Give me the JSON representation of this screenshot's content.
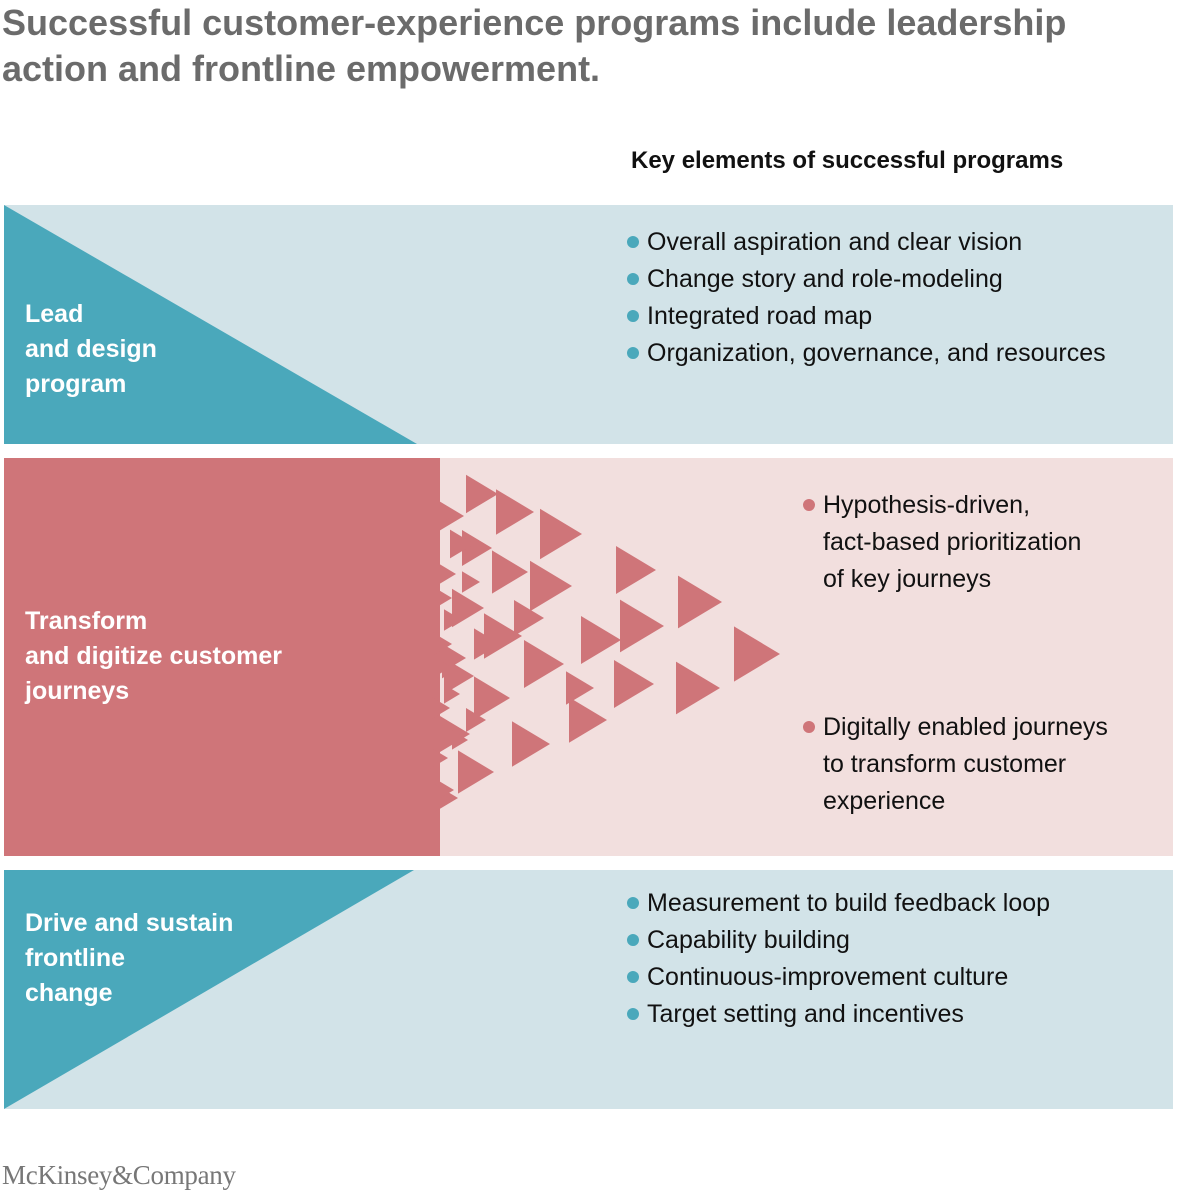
{
  "title": "Successful customer-experience programs include leadership action and frontline empowerment.",
  "key_heading": "Key elements of successful programs",
  "colors": {
    "teal": "#4aa8bb",
    "teal_light": "#d2e3e8",
    "rose": "#cf7579",
    "rose_light": "#f2dfde"
  },
  "bands": [
    {
      "label": "Lead\nand design\nprogram",
      "bullets": [
        "Overall aspiration and clear vision",
        "Change story and role-modeling",
        "Integrated road map",
        "Organization, governance, and resources"
      ]
    },
    {
      "label": "Transform\nand digitize customer\njourneys",
      "bullets": [
        "Hypothesis-driven,\nfact-based prioritization\nof key journeys",
        "Digitally enabled journeys\nto transform customer\nexperience"
      ]
    },
    {
      "label": "Drive and sustain\nfrontline\nchange",
      "bullets": [
        "Measurement to build feedback loop",
        "Capability building",
        "Continuous-improvement culture",
        "Target setting and incentives"
      ]
    }
  ],
  "logo": "McKinsey&Company"
}
